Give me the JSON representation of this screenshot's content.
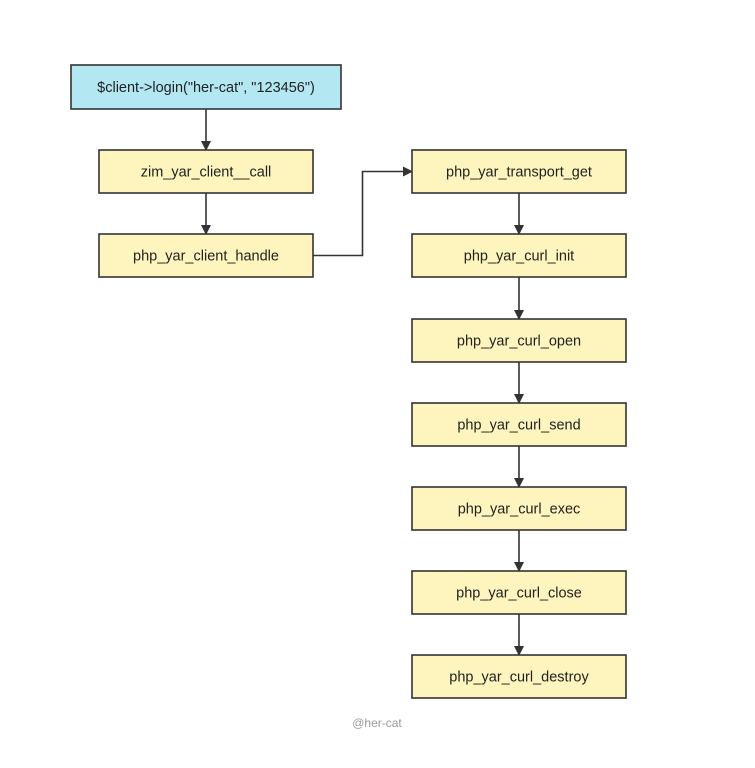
{
  "diagram": {
    "colors": {
      "entry_fill": "#b3e8f2",
      "node_fill": "#fdf5bd",
      "stroke": "#333333",
      "text": "#222222",
      "watermark": "#9a9a9a"
    },
    "nodes": [
      {
        "id": "entry",
        "label": "$client->login(\"her-cat\", \"123456\")",
        "style": "entry"
      },
      {
        "id": "zim_call",
        "label": "zim_yar_client__call",
        "style": "normal"
      },
      {
        "id": "client_handle",
        "label": "php_yar_client_handle",
        "style": "normal"
      },
      {
        "id": "transport_get",
        "label": "php_yar_transport_get",
        "style": "normal"
      },
      {
        "id": "curl_init",
        "label": "php_yar_curl_init",
        "style": "normal"
      },
      {
        "id": "curl_open",
        "label": "php_yar_curl_open",
        "style": "normal"
      },
      {
        "id": "curl_send",
        "label": "php_yar_curl_send",
        "style": "normal"
      },
      {
        "id": "curl_exec",
        "label": "php_yar_curl_exec",
        "style": "normal"
      },
      {
        "id": "curl_close",
        "label": "php_yar_curl_close",
        "style": "normal"
      },
      {
        "id": "curl_destroy",
        "label": "php_yar_curl_destroy",
        "style": "normal"
      }
    ],
    "edges": [
      {
        "from": "entry",
        "to": "zim_call"
      },
      {
        "from": "zim_call",
        "to": "client_handle"
      },
      {
        "from": "client_handle",
        "to": "transport_get"
      },
      {
        "from": "transport_get",
        "to": "curl_init"
      },
      {
        "from": "curl_init",
        "to": "curl_open"
      },
      {
        "from": "curl_open",
        "to": "curl_send"
      },
      {
        "from": "curl_send",
        "to": "curl_exec"
      },
      {
        "from": "curl_exec",
        "to": "curl_close"
      },
      {
        "from": "curl_close",
        "to": "curl_destroy"
      }
    ],
    "watermark": "@her-cat"
  }
}
